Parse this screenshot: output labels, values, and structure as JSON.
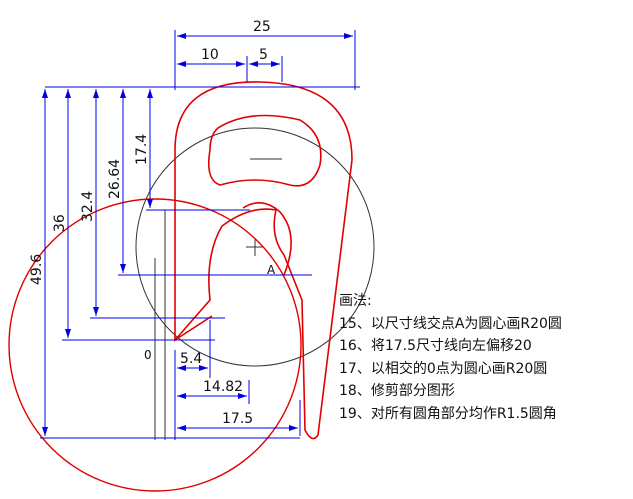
{
  "dimensions": {
    "width_total": "25",
    "width_left": "10",
    "width_slot": "5",
    "height_total": "49.6",
    "height_36": "36",
    "height_32_4": "32.4",
    "height_26_64": "26.64",
    "height_17_4": "17.4",
    "horiz_5_4": "5.4",
    "horiz_14_82": "14.82",
    "horiz_17_5": "17.5"
  },
  "labels": {
    "point_a": "A",
    "point_o": "0"
  },
  "notes": {
    "title": "画法:",
    "steps": [
      "15、以尺寸线交点A为圆心画R20圆",
      "16、将17.5尺寸线向左偏移20",
      "17、以相交的0点为圆心画R20圆",
      "18、修剪部分图形",
      "19、对所有圆角部分均作R1.5圆角"
    ]
  },
  "colors": {
    "outline": "#e00000",
    "dimension": "#0000e6",
    "construction": "#000000"
  }
}
